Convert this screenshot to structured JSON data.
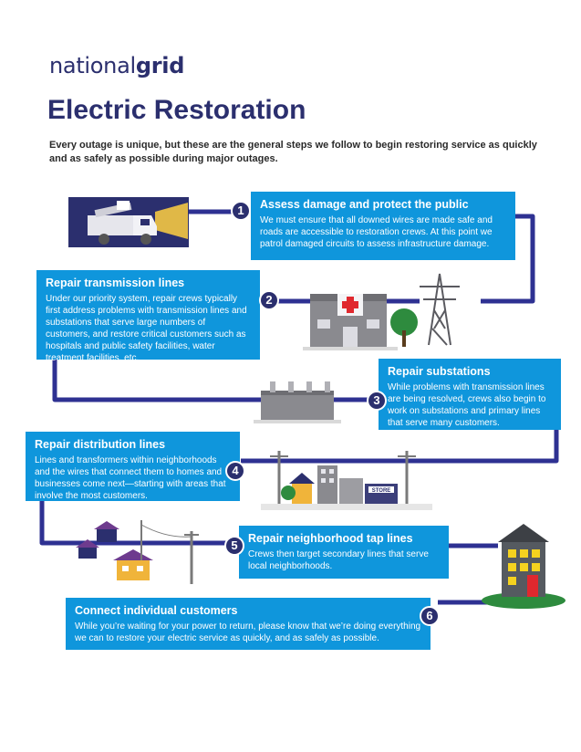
{
  "header": {
    "logo_regular": "national",
    "logo_bold": "grid",
    "title": "Electric Restoration",
    "intro": "Every outage is unique, but these are the general steps we follow to begin restoring service as quickly and as safely as possible during major outages."
  },
  "steps": [
    {
      "number": "1",
      "title": "Assess damage and protect the public",
      "body": "We must ensure that all downed wires are made safe and roads are accessible to restoration crews. At this point we patrol damaged circuits to assess infrastructure damage."
    },
    {
      "number": "2",
      "title": "Repair transmission lines",
      "body": "Under our priority system, repair crews typically first address problems with transmission lines and substations that serve large numbers of customers, and restore critical customers such as hospitals and public safety facilities, water treatment facilities, etc."
    },
    {
      "number": "3",
      "title": "Repair substations",
      "body": "While problems with transmission lines are being resolved, crews also begin to work on substations and primary lines that serve many customers."
    },
    {
      "number": "4",
      "title": "Repair distribution lines",
      "body": "Lines and transformers within neighborhoods and the wires that connect them to homes and businesses come next—starting with areas that involve the most customers."
    },
    {
      "number": "5",
      "title": "Repair neighborhood tap lines",
      "body": "Crews then target secondary lines that serve local neighborhoods."
    },
    {
      "number": "6",
      "title": "Connect individual customers",
      "body": "While you’re waiting for your power to return, please know that we’re doing everything we can to restore your electric service as quickly, and as safely as possible."
    }
  ],
  "illustrations": {
    "store_sign": "STORE"
  },
  "colors": {
    "navy": "#2b2f6e",
    "blue": "#0f96dc",
    "path": "#2e3192",
    "grass": "#2e8b3e"
  }
}
